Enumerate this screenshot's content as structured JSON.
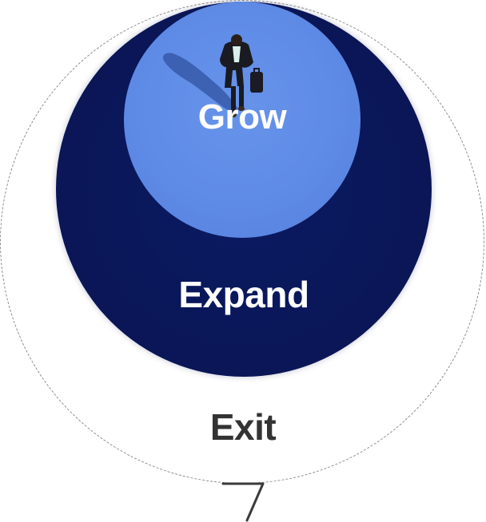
{
  "diagram": {
    "circles": [
      {
        "id": "grow",
        "label": "Grow",
        "color": "#5E8BE6"
      },
      {
        "id": "expand",
        "label": "Expand",
        "color": "#0A1656"
      },
      {
        "id": "exit",
        "label": "Exit",
        "style": "dashed",
        "color": "#8A8A8A"
      }
    ],
    "text_color_light": "#FFFFFF",
    "text_color_dark": "#333333",
    "figure": "businessman-walking-icon",
    "bottom_glyph": "seven-glyph-icon"
  }
}
